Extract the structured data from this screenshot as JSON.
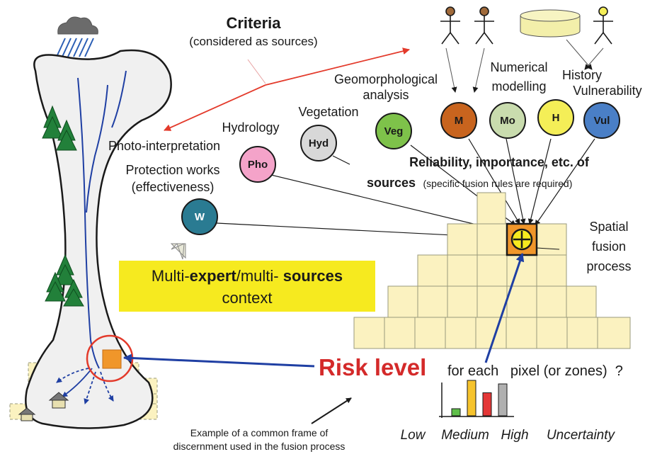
{
  "criteria": {
    "title": "Criteria",
    "subtitle": "(considered as sources)"
  },
  "sources": [
    {
      "abbr": "M",
      "label": "Geomorphological analysis",
      "color": "#c8641e"
    },
    {
      "abbr": "Mo",
      "label": "Numerical modelling",
      "color": "#c9dcae"
    },
    {
      "abbr": "H",
      "label": "History",
      "color": "#f4ee57"
    },
    {
      "abbr": "Vul",
      "label": "Vulnerability",
      "color": "#4a7fc6"
    },
    {
      "abbr": "Veg",
      "label": "Vegetation",
      "color": "#7ec24a"
    },
    {
      "abbr": "Hyd",
      "label": "Hydrology",
      "color": "#d8d8d8"
    },
    {
      "abbr": "Pho",
      "label": "Photo-interpretation",
      "color": "#f4a3c9"
    },
    {
      "abbr": "W",
      "label": "Protection works (effectiveness)",
      "color": "#2a7b92"
    }
  ],
  "labels": {
    "geo_line1": "Geomorphological",
    "geo_line2": "analysis",
    "num_line1": "Numerical",
    "num_line2": "modelling",
    "history": "History",
    "vulnerability": "Vulnerability",
    "vegetation": "Vegetation",
    "hydrology": "Hydrology",
    "photo": "Photo-interpretation",
    "protection_line1": "Protection works",
    "protection_line2": "(effectiveness)"
  },
  "reliability": {
    "line1": "Reliability, importance, etc. of",
    "line2_bold": "sources",
    "line2_rest": "(specific fusion rules are required)"
  },
  "fusion": {
    "line1": "Spatial",
    "line2": "fusion",
    "line3": "process"
  },
  "context": {
    "prefix": "Multi-",
    "expert": "expert",
    "mid": "/multi- ",
    "sources": "sources",
    "line2": "context"
  },
  "risk": {
    "title": "Risk level",
    "rest": "for each   pixel (or zones)  ?"
  },
  "caption": {
    "line1": "Example of a common frame of",
    "line2": "discernment used in the fusion process"
  },
  "discernment": {
    "categories": [
      "Low",
      "Medium",
      "High",
      "Uncertainty"
    ],
    "bar_levels": [
      0.2,
      1.0,
      0.65,
      0.9
    ],
    "bar_colors": [
      "#5fbf4a",
      "#f6c32c",
      "#e43737",
      "#b0b0b0"
    ]
  },
  "colors": {
    "grid_fill": "#fbf2c0",
    "grid_stroke": "#9a9a7c",
    "context_box": "#f6ea1f",
    "highlight_cell": "#f0962a",
    "arrow_blue": "#1f3fa3",
    "arrow_red": "#e33a2b"
  },
  "icons": [
    "cloud-rain-icon",
    "person-icon",
    "database-icon",
    "tree-icon",
    "house-icon",
    "plus-circle-icon"
  ]
}
